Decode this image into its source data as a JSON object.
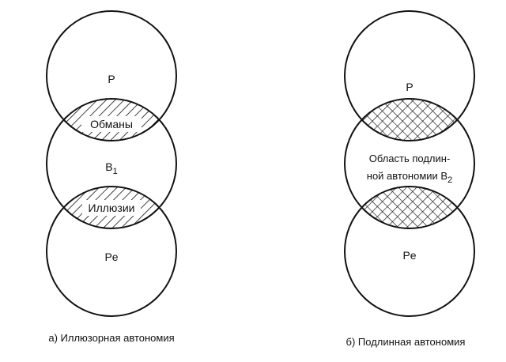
{
  "diagram_a": {
    "circle_top_label": "P",
    "overlap_top_label": "Обманы",
    "circle_mid_label": "B",
    "circle_mid_subscript": "1",
    "overlap_bottom_label": "Иллюзии",
    "circle_bottom_label": "Pe",
    "caption": "а) Иллюзорная автономия"
  },
  "diagram_b": {
    "circle_top_label": "P",
    "circle_mid_line1": "Область подлин-",
    "circle_mid_line2": "ной автономии B",
    "circle_mid_subscript": "2",
    "circle_bottom_label": "Pe",
    "caption": "б) Подлинная автономия"
  },
  "colors": {
    "stroke": "#111111",
    "background": "#ffffff"
  }
}
